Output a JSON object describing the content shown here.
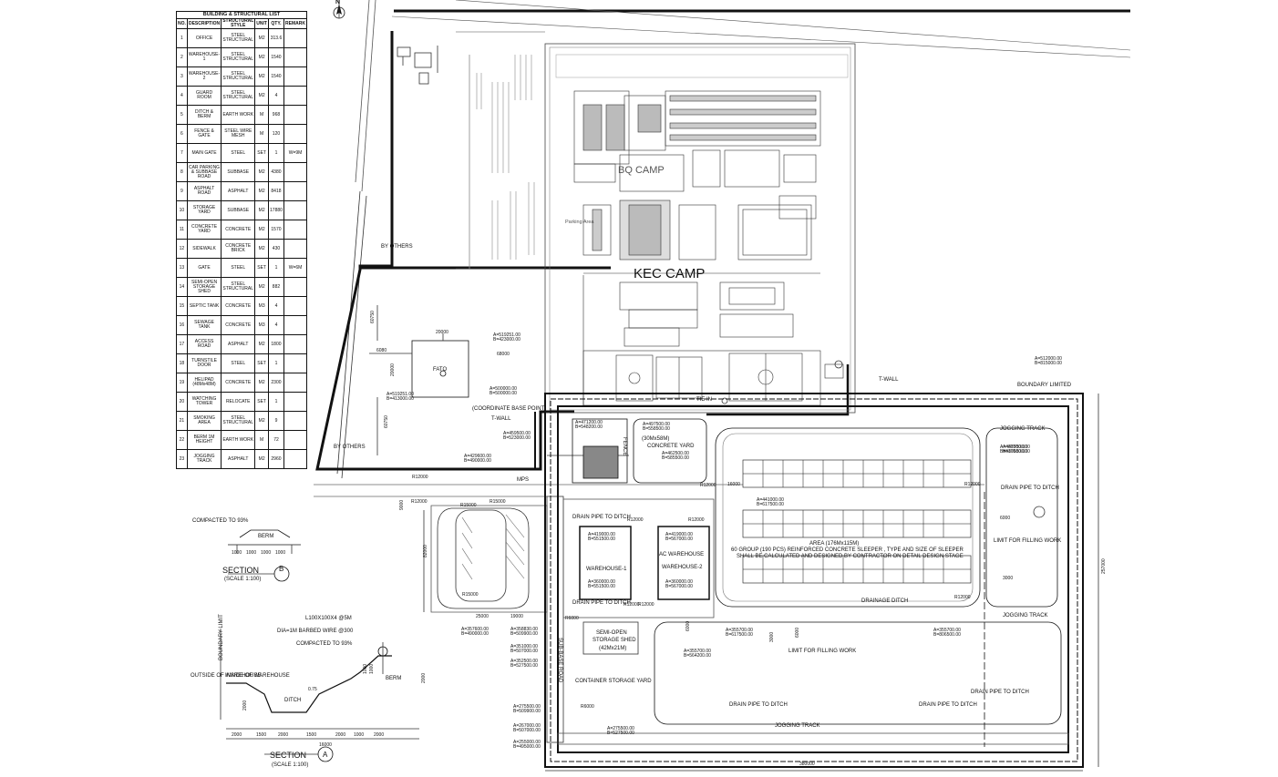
{
  "table": {
    "title": "BUILDING & STRUCTURAL LIST",
    "headers": [
      "NO.",
      "DESCRIPTION",
      "STRUCTURAL STYLE",
      "UNIT",
      "QTY.",
      "REMARK"
    ],
    "rows": [
      [
        "1",
        "OFFICE",
        "STEEL STRUCTURAL",
        "M2",
        "313.6",
        ""
      ],
      [
        "2",
        "WAREHOUSE-1",
        "STEEL STRUCTURAL",
        "M2",
        "1540",
        ""
      ],
      [
        "3",
        "WAREHOUSE-2",
        "STEEL STRUCTURAL",
        "M2",
        "1540",
        ""
      ],
      [
        "4",
        "GUARD ROOM",
        "STEEL STRUCTURAL",
        "M2",
        "4",
        ""
      ],
      [
        "5",
        "DITCH & BERM",
        "EARTH WORK",
        "M",
        "968",
        ""
      ],
      [
        "6",
        "FENCE & GATE",
        "STEEL WIRE MESH",
        "M",
        "120",
        ""
      ],
      [
        "7",
        "MAIN GATE",
        "STEEL",
        "SET",
        "1",
        "W=9M"
      ],
      [
        "8",
        "CAR PARKING & SUBBASE ROAD",
        "SUBBASE",
        "M2",
        "4380",
        ""
      ],
      [
        "9",
        "ASPHALT ROAD",
        "ASPHALT",
        "M2",
        "8418",
        ""
      ],
      [
        "10",
        "STORAGE YARD",
        "SUBBASE",
        "M2",
        "17880",
        ""
      ],
      [
        "11",
        "CONCRETE YARD",
        "CONCRETE",
        "M2",
        "1570",
        ""
      ],
      [
        "12",
        "SIDEWALK",
        "CONCRETE BRICK",
        "M2",
        "430",
        ""
      ],
      [
        "13",
        "GATE",
        "STEEL",
        "SET",
        "1",
        "W=6M"
      ],
      [
        "14",
        "SEMI-OPEN STORAGE SHED",
        "STEEL STRUCTURAL",
        "M2",
        "882",
        ""
      ],
      [
        "15",
        "SEPTIC TANK",
        "CONCRETE",
        "M3",
        "4",
        ""
      ],
      [
        "16",
        "SEWAGE TANK",
        "CONCRETE",
        "M3",
        "4",
        ""
      ],
      [
        "17",
        "ACCESS ROAD",
        "ASPHALT",
        "M2",
        "1800",
        ""
      ],
      [
        "18",
        "TURNSTILE DOOR",
        "STEEL",
        "SET",
        "1",
        ""
      ],
      [
        "19",
        "HELIPAD (48Mx48M)",
        "CONCRETE",
        "M2",
        "2300",
        ""
      ],
      [
        "20",
        "WATCHING TOWER",
        "RELOCATE",
        "SET",
        "1",
        ""
      ],
      [
        "21",
        "SMOKING AREA",
        "STEEL STRUCTURAL",
        "M2",
        "9",
        ""
      ],
      [
        "22",
        "BERM 1M HEIGHT",
        "EARTH WORK",
        "M",
        "72",
        ""
      ],
      [
        "23",
        "JOGGING TRACK",
        "ASPHALT",
        "M2",
        "2960",
        ""
      ]
    ]
  },
  "labels": {
    "north": "N",
    "bq_camp": "BQ CAMP",
    "kec_camp": "KEC CAMP",
    "parking_area": "Parking Area",
    "by_others_1": "BY OTHERS",
    "by_others_2": "BY OTHERS",
    "fato": "FATO",
    "t_wall_1": "T-WALL",
    "t_wall_2": "T-WALL",
    "tie_in": "TIE IN",
    "coord_base": "(COORDINATE BASE POINT)",
    "boundary": "BOUNDARY LIMITED",
    "jogging_1": "JOGGING TRACK",
    "jogging_2": "JOGGING TRACK",
    "jogging_3": "JOGGING TRACK",
    "drain_1": "DRAIN PIPE TO DITCH",
    "drain_2": "DRAIN PIPE TO DITCH",
    "drain_3": "DRAIN PIPE TO DITCH",
    "drain_4": "DRAIN PIPE TO DITCH",
    "drain_5": "DRAIN PIPE TO DITCH",
    "drain_6": "DRAIN PIPE TO DITCH",
    "drainage_ditch": "DRAINAGE DITCH",
    "limit_fill_1": "LIMIT FOR FILLING WORK",
    "limit_fill_2": "LIMIT FOR FILLING WORK",
    "warehouse_1": "WAREHOUSE-1",
    "warehouse_2a": "AC WAREHOUSE",
    "warehouse_2b": "WAREHOUSE-2",
    "concrete_yard": "CONCRETE YARD",
    "concrete_yard_size": "(30Mx58M)",
    "shed_1": "SEMI-OPEN",
    "shed_2": "STORAGE SHED",
    "shed_3": "(42Mx21M)",
    "container_yard": "CONTAINER STORAGE YARD",
    "sub_base_road": "SUB-BASE ROAD",
    "fence": "FENCE",
    "mps": "MPS",
    "area_1": "AREA (176Mx115M)",
    "area_2": "60 GROUP (190 PCS) REINFORCED CONCRETE SLEEPER , TYPE AND SIZE OF SLEEPER",
    "area_3": "SHALL BE CALCULATED AND DESIGNED BY CONTRACTOR ON DETAIL DESIGN STAGE",
    "dims": [
      "60750",
      "60750",
      "20000",
      "20000",
      "68000",
      "6080",
      "16000",
      "6000",
      "3000",
      "9000",
      "82000",
      "25000",
      "19000",
      "6000",
      "3000",
      "6000",
      "380000",
      "257000"
    ],
    "radii": [
      "R12000",
      "R12000",
      "R15000",
      "R15000",
      "R15000",
      "R6000",
      "R6000",
      "R12000",
      "R12000",
      "R12000",
      "R12000",
      "R12000",
      "R12000",
      "R12000"
    ],
    "coords": [
      "A=519251.00",
      "B=423000.00",
      "A=519251.00",
      "B=413000.00",
      "A=500000.00",
      "B=500000.00",
      "A=471200.00",
      "B=548200.00",
      "A=497500.00",
      "B=558500.00",
      "A=459500.00",
      "B=523000.00",
      "A=462500.00",
      "B=585500.00",
      "A=429600.00",
      "B=490000.00",
      "A=487500.00",
      "B=617500.00",
      "A=441000.00",
      "B=617500.00",
      "A=419000.00",
      "B=551500.00",
      "A=419000.00",
      "B=567000.00",
      "A=360000.00",
      "B=551500.00",
      "A=360000.00",
      "B=567000.00",
      "A=357600.00",
      "B=490000.00",
      "A=358830.00",
      "B=509900.00",
      "A=351000.00",
      "B=507000.00",
      "A=352500.00",
      "B=527500.00",
      "A=355700.00",
      "B=564200.00",
      "A=355700.00",
      "B=617500.00",
      "A=355700.00",
      "B=806500.00",
      "A=487500.00",
      "B=806500.00",
      "A=512000.00",
      "B=815000.00",
      "A=275500.00",
      "B=509900.00",
      "A=267000.00",
      "B=507000.00",
      "A=255000.00",
      "B=495000.00",
      "A=275500.00",
      "B=527500.00"
    ]
  },
  "section_a": {
    "title": "SECTION",
    "letter": "A",
    "scale": "(SCALE 1:100)",
    "notes": [
      "L100X100X4 @5M",
      "DIA=1M BARBED WIRE @300",
      "COMPACTED TO 93%"
    ],
    "outside": "OUTSIDE OF WAREHOUSE",
    "inside": "INSIDE OF WAREHOUSE",
    "boundary": "BOUNDARY LIMIT",
    "ditch": "DITCH",
    "berm": "BERM",
    "dims": [
      "2000",
      "1500",
      "2000",
      "1500",
      "2000",
      "1000",
      "2000",
      "16000",
      "0.75",
      "2000",
      "2000",
      "1000",
      "1000"
    ]
  },
  "section_b": {
    "title": "SECTION",
    "letter": "B",
    "scale": "(SCALE 1:100)",
    "note": "COMPACTED TO 93%",
    "berm": "BERM",
    "dims": [
      "1000",
      "1000",
      "1000",
      "1000"
    ]
  }
}
